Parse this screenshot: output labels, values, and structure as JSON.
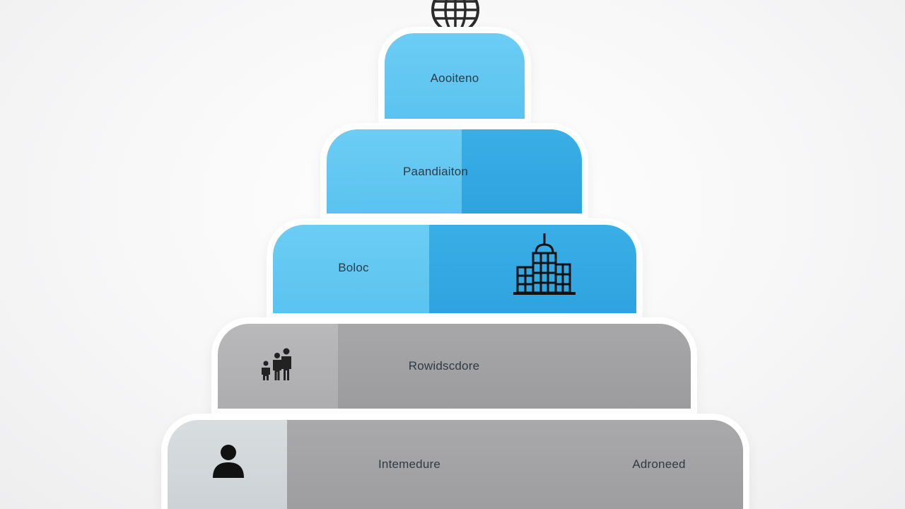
{
  "pyramid": {
    "tier1": {
      "label": "Aooiteno",
      "fill": "#5ac3ef"
    },
    "tier2": {
      "label": "Paandiaiton",
      "fill_left": "#5ac3ef",
      "fill_right": "#2ea3df"
    },
    "tier3": {
      "label": "Boloc",
      "fill_left": "#5ac3ef",
      "fill_right": "#2ea3df"
    },
    "tier4": {
      "label": "Rowidscdore",
      "fill_left": "#b9b9bb",
      "fill_right": "#a7a7a9"
    },
    "tier5": {
      "label_left": "Intemedure",
      "label_right": "Adroneed",
      "fill_left": "#d8dde0",
      "fill_right": "#a9a9ab"
    }
  },
  "icons": {
    "top": "globe-icon",
    "tier3": "office-building-icon",
    "tier4": "family-icon",
    "tier5": "person-icon"
  }
}
